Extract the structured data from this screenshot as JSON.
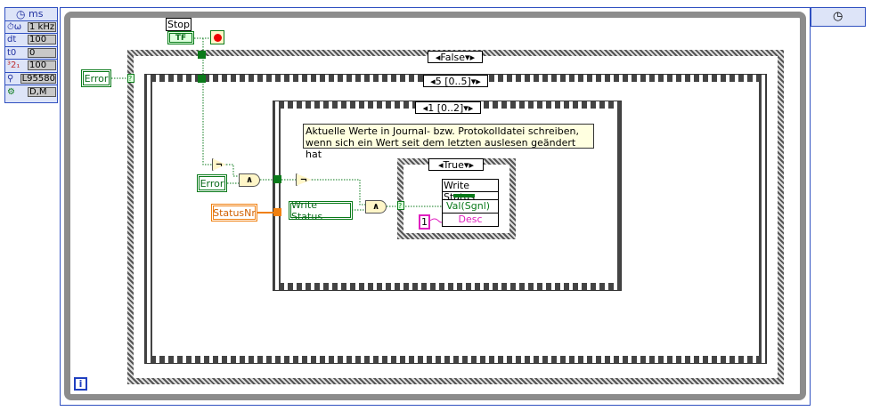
{
  "timed_loop_config": {
    "header": "ms",
    "rows": [
      {
        "label": "⏱ω",
        "value": "1 kHz"
      },
      {
        "label": "dt",
        "value": "100"
      },
      {
        "label": "t0",
        "value": "0"
      },
      {
        "label": "³2₁",
        "value": "100"
      },
      {
        "label": "⚲",
        "value": "L95580"
      },
      {
        "label": "⚙",
        "value": "D,M"
      }
    ]
  },
  "stop": {
    "label": "Stop",
    "terminal": "TF"
  },
  "case_outer": {
    "selector": "False"
  },
  "error_outer": "Error",
  "sequence_outer": {
    "selector": "5 [0..5]"
  },
  "sequence_inner": {
    "selector": "1 [0..2]"
  },
  "comment": "Aktuelle Werte in Journal- bzw. Protokolldatei schreiben, wenn sich ein Wert seit dem letzten auslesen geändert hat",
  "error_inner": "Error",
  "status_nr": "StatusNr",
  "write_status_terminal": "Write Status",
  "case_inner": {
    "selector": "True"
  },
  "property_node": {
    "title": "Write Status",
    "rows": [
      "Val(Sgnl)",
      "Desc"
    ]
  },
  "constant": "1",
  "gates": {
    "and": "∧",
    "not": "¬"
  },
  "info": "i",
  "colors": {
    "bool": "#0a7a1a",
    "int": "#f08010",
    "string": "#e020c0",
    "loop_border": "#3050c0"
  }
}
